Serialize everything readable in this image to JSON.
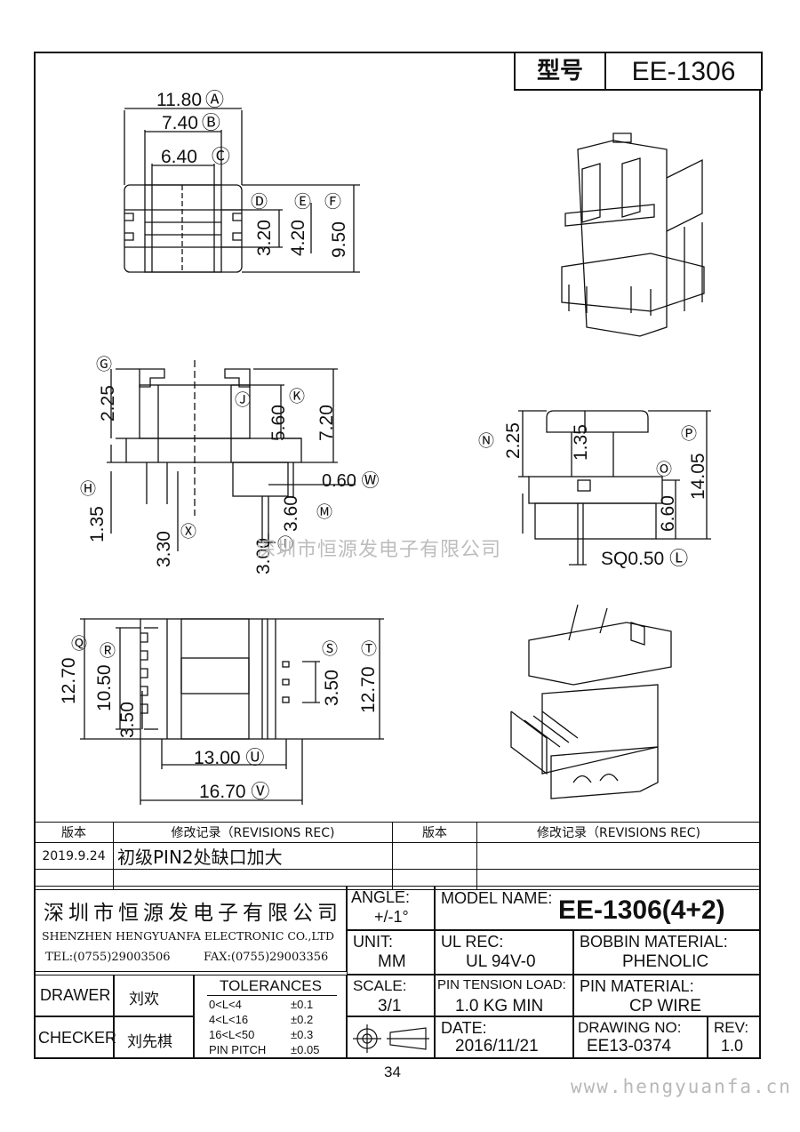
{
  "header": {
    "model_label": "型号",
    "model_value": "EE-1306"
  },
  "top_view": {
    "dims": [
      {
        "value": "11.80",
        "tag": "Ⓐ"
      },
      {
        "value": "7.40",
        "tag": "Ⓑ"
      },
      {
        "value": "6.40",
        "tag": "Ⓒ"
      },
      {
        "value": "3.20",
        "tag": "Ⓓ"
      },
      {
        "value": "4.20",
        "tag": "Ⓔ"
      },
      {
        "value": "9.50",
        "tag": "Ⓕ"
      }
    ]
  },
  "front_view": {
    "dims": [
      {
        "value": "2.25",
        "tag": "Ⓖ"
      },
      {
        "value": "5.60",
        "tag": "Ⓙ"
      },
      {
        "value": "7.20",
        "tag": "Ⓚ"
      },
      {
        "value": "0.60",
        "tag": "Ⓦ"
      },
      {
        "value": "1.35",
        "tag": "Ⓗ"
      },
      {
        "value": "3.60",
        "tag": "Ⓜ"
      },
      {
        "value": "3.30",
        "tag": "Ⓧ"
      },
      {
        "value": "3.00",
        "tag": "Ⓘ"
      }
    ]
  },
  "side_view": {
    "dims": [
      {
        "value": "2.25",
        "tag": "Ⓝ"
      },
      {
        "value": "1.35",
        "tag": ""
      },
      {
        "value": "14.05",
        "tag": "Ⓟ"
      },
      {
        "value": "6.60",
        "tag": "Ⓞ"
      },
      {
        "value": "SQ0.50",
        "tag": "Ⓛ"
      }
    ]
  },
  "bottom_view": {
    "dims": [
      {
        "value": "12.70",
        "tag": "Ⓠ"
      },
      {
        "value": "10.50",
        "tag": "Ⓡ"
      },
      {
        "value": "3.50",
        "tag": ""
      },
      {
        "value": "3.50",
        "tag": "Ⓢ"
      },
      {
        "value": "12.70",
        "tag": "Ⓣ"
      },
      {
        "value": "13.00",
        "tag": "Ⓤ"
      },
      {
        "value": "16.70",
        "tag": "Ⓥ"
      }
    ]
  },
  "watermark_center": "深圳市恒源发电子有限公司",
  "revisions": {
    "col_version": "版本",
    "col_record": "修改记录（REVISIONS REC)",
    "rows": [
      {
        "version": "2019.9.24",
        "record": "初级PIN2处缺口加大"
      }
    ]
  },
  "title_block": {
    "company_cn": "深圳市恒源发电子有限公司",
    "company_en": "SHENZHEN HENGYUANFA ELECTRONIC CO.,LTD",
    "tel": "TEL:(0755)29003506",
    "fax": "FAX:(0755)29003356",
    "angle_label": "ANGLE:",
    "angle_value": "+/-1°",
    "model_name_label": "MODEL NAME:",
    "model_name_value": "EE-1306(4+2)",
    "unit_label": "UNIT:",
    "unit_value": "MM",
    "ul_label": "UL REC:",
    "ul_value": "UL 94V-0",
    "bobbin_label": "BOBBIN MATERIAL:",
    "bobbin_value": "PHENOLIC",
    "drawer_label": "DRAWER",
    "drawer_value": "刘欢",
    "checker_label": "CHECKER",
    "checker_value": "刘先棋",
    "tolerances_label": "TOLERANCES",
    "tolerances": [
      {
        "range": "0<L<4",
        "tol": "±0.1"
      },
      {
        "range": "4<L<16",
        "tol": "±0.2"
      },
      {
        "range": "16<L<50",
        "tol": "±0.3"
      },
      {
        "range": "PIN PITCH",
        "tol": "±0.05"
      }
    ],
    "scale_label": "SCALE:",
    "scale_value": "3/1",
    "pin_tension_label": "PIN TENSION LOAD:",
    "pin_tension_value": "1.0 KG MIN",
    "pin_material_label": "PIN MATERIAL:",
    "pin_material_value": "CP WIRE",
    "date_label": "DATE:",
    "date_value": "2016/11/21",
    "drawing_no_label": "DRAWING NO:",
    "drawing_no_value": "EE13-0374",
    "rev_label": "REV:",
    "rev_value": "1.0"
  },
  "page_number": "34",
  "watermark_site": "www.hengyuanfa.cn"
}
